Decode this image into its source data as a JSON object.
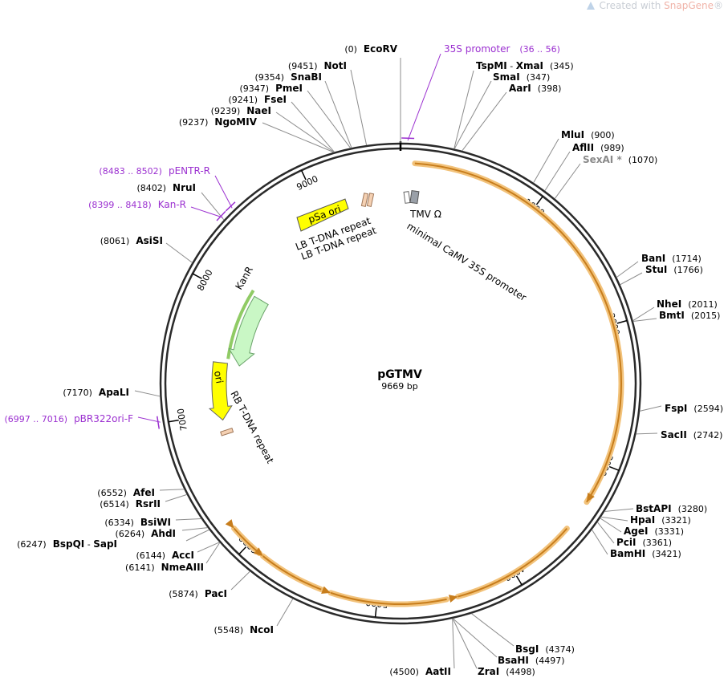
{
  "watermark": {
    "prefix": "Created with ",
    "brand": "SnapGene",
    "suffix": "®"
  },
  "plasmid": {
    "name": "pGTMV",
    "size_label": "9669 bp",
    "length": 9669
  },
  "ticks": [
    "1000",
    "2000",
    "3000",
    "4000",
    "5000",
    "6000",
    "7000",
    "8000",
    "9000"
  ],
  "enzymes": [
    {
      "name": "EcoRV",
      "pos": "(0)",
      "site": 0,
      "side": "left"
    },
    {
      "name": "TspMI",
      "name2": "XmaI",
      "pos": "(345)",
      "site": 345,
      "side": "right"
    },
    {
      "name": "SmaI",
      "pos": "(347)",
      "site": 347,
      "side": "right"
    },
    {
      "name": "AarI",
      "pos": "(398)",
      "site": 398,
      "side": "right"
    },
    {
      "name": "MluI",
      "pos": "(900)",
      "site": 900,
      "side": "right"
    },
    {
      "name": "AflII",
      "pos": "(989)",
      "site": 989,
      "side": "right"
    },
    {
      "name": "SexAI *",
      "pos": "(1070)",
      "site": 1070,
      "side": "right",
      "grey": true
    },
    {
      "name": "BanI",
      "pos": "(1714)",
      "site": 1714,
      "side": "right"
    },
    {
      "name": "StuI",
      "pos": "(1766)",
      "site": 1766,
      "side": "right"
    },
    {
      "name": "NheI",
      "pos": "(2011)",
      "site": 2011,
      "side": "right"
    },
    {
      "name": "BmtI",
      "pos": "(2015)",
      "site": 2015,
      "side": "right"
    },
    {
      "name": "FspI",
      "pos": "(2594)",
      "site": 2594,
      "side": "right"
    },
    {
      "name": "SacII",
      "pos": "(2742)",
      "site": 2742,
      "side": "right"
    },
    {
      "name": "BstAPI",
      "pos": "(3280)",
      "site": 3280,
      "side": "right"
    },
    {
      "name": "HpaI",
      "pos": "(3321)",
      "site": 3321,
      "side": "right"
    },
    {
      "name": "AgeI",
      "pos": "(3331)",
      "site": 3331,
      "side": "right"
    },
    {
      "name": "PciI",
      "pos": "(3361)",
      "site": 3361,
      "side": "right"
    },
    {
      "name": "BamHI",
      "pos": "(3421)",
      "site": 3421,
      "side": "right"
    },
    {
      "name": "BsgI",
      "pos": "(4374)",
      "site": 4374,
      "side": "right"
    },
    {
      "name": "BsaHI",
      "pos": "(4497)",
      "site": 4497,
      "side": "right"
    },
    {
      "name": "ZraI",
      "pos": "(4498)",
      "site": 4498,
      "side": "right"
    },
    {
      "name": "AatII",
      "pos": "(4500)",
      "site": 4500,
      "side": "left"
    },
    {
      "name": "NcoI",
      "pos": "(5548)",
      "site": 5548,
      "side": "left"
    },
    {
      "name": "PacI",
      "pos": "(5874)",
      "site": 5874,
      "side": "left"
    },
    {
      "name": "NmeAIII",
      "pos": "(6141)",
      "site": 6141,
      "side": "left"
    },
    {
      "name": "AccI",
      "pos": "(6144)",
      "site": 6144,
      "side": "left"
    },
    {
      "name": "BspQI",
      "name2": "SapI",
      "pos": "(6247)",
      "site": 6247,
      "side": "left"
    },
    {
      "name": "AhdI",
      "pos": "(6264)",
      "site": 6264,
      "side": "left"
    },
    {
      "name": "BsiWI",
      "pos": "(6334)",
      "site": 6334,
      "side": "left"
    },
    {
      "name": "RsrII",
      "pos": "(6514)",
      "site": 6514,
      "side": "left"
    },
    {
      "name": "AfeI",
      "pos": "(6552)",
      "site": 6552,
      "side": "left"
    },
    {
      "name": "ApaLI",
      "pos": "(7170)",
      "site": 7170,
      "side": "left"
    },
    {
      "name": "AsiSI",
      "pos": "(8061)",
      "site": 8061,
      "side": "left"
    },
    {
      "name": "NruI",
      "pos": "(8402)",
      "site": 8402,
      "side": "left"
    },
    {
      "name": "NgoMIV",
      "pos": "(9237)",
      "site": 9237,
      "side": "left"
    },
    {
      "name": "NaeI",
      "pos": "(9239)",
      "site": 9239,
      "side": "left"
    },
    {
      "name": "FseI",
      "pos": "(9241)",
      "site": 9241,
      "side": "left"
    },
    {
      "name": "PmeI",
      "pos": "(9347)",
      "site": 9347,
      "side": "left"
    },
    {
      "name": "SnaBI",
      "pos": "(9354)",
      "site": 9354,
      "side": "left"
    },
    {
      "name": "NotI",
      "pos": "(9451)",
      "site": 9451,
      "side": "left"
    }
  ],
  "primers": [
    {
      "name": "35S promoter",
      "range": "(36 .. 56)",
      "site": 46,
      "side": "right"
    },
    {
      "name": "pENTR-R",
      "range": "(8483 .. 8502)",
      "site": 8492,
      "side": "left"
    },
    {
      "name": "Kan-R",
      "range": "(8399 .. 8418)",
      "site": 8408,
      "side": "left"
    },
    {
      "name": "pBR322ori-F",
      "range": "(6997 .. 7016)",
      "site": 7006,
      "side": "left"
    }
  ],
  "features": {
    "tmv": "TMV Ω",
    "promoter": "minimal CaMV 35S promoter",
    "lb1": "LB T-DNA repeat",
    "lb2": "LB T-DNA repeat",
    "psa": "pSa ori",
    "kanr": "KanR",
    "ori": "ori",
    "rb": "RB T-DNA repeat"
  },
  "colors": {
    "backbone": "#2a2a2a",
    "orf_outline": "#f2c27a",
    "orf_fill": "#c77d1c",
    "psa": "#ffff00",
    "kanr": "#c9f7c5",
    "kanr_outline": "#7dc24a",
    "ori": "#ffff00",
    "primer": "#9b30d0"
  }
}
